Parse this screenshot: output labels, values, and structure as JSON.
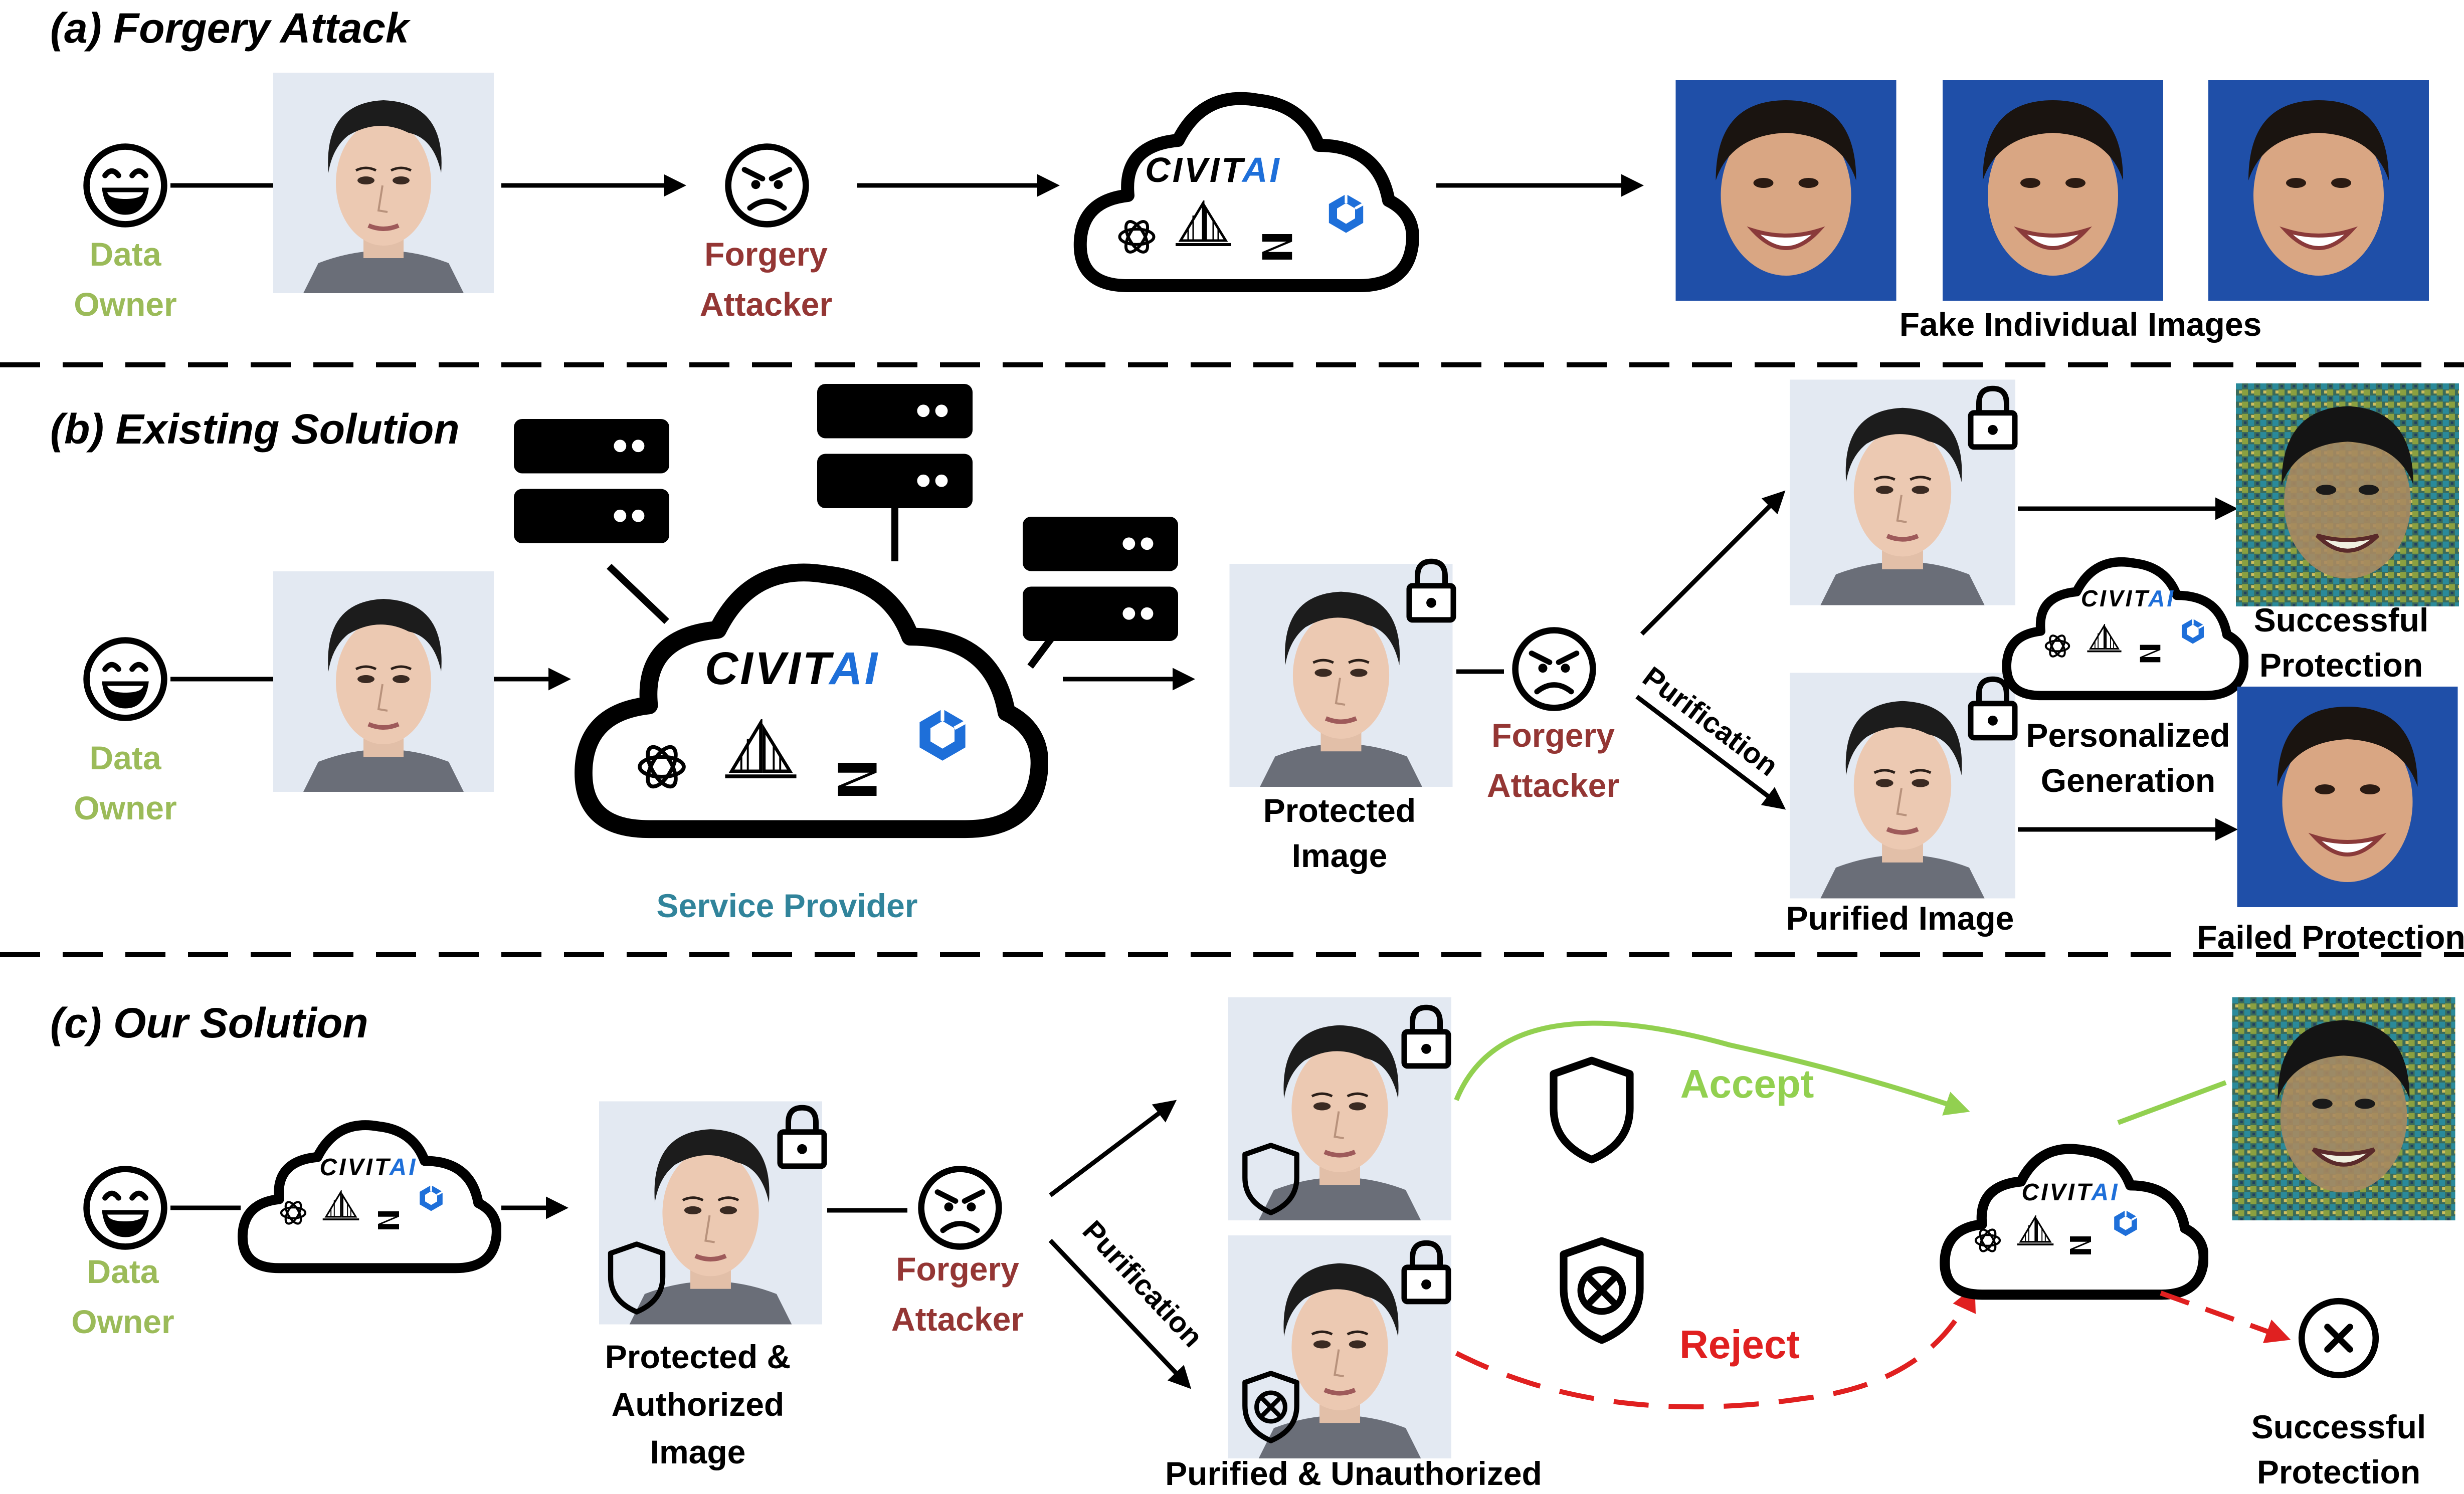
{
  "sections": {
    "a_title": "(a) Forgery Attack",
    "b_title": "(b) Existing Solution",
    "c_title": "(c) Our Solution"
  },
  "labels": {
    "data": "Data",
    "owner": "Owner",
    "forgery": "Forgery",
    "attacker": "Attacker",
    "fake_individual_images": "Fake Individual Images",
    "service_provider": "Service Provider",
    "protected": "Protected",
    "image": "Image",
    "purification": "Purification",
    "purified_image": "Purified Image",
    "personalized": "Personalized",
    "generation": "Generation",
    "successful": "Successful",
    "protection": "Protection",
    "failed_protection": "Failed Protection",
    "protected_and": "Protected &",
    "authorized": "Authorized",
    "purified_unauthorized": "Purified & Unauthorized",
    "accept": "Accept",
    "reject": "Reject"
  },
  "logo": {
    "civit": "CIVIT",
    "ai": "AI"
  },
  "colors": {
    "owner": "#9bbb59",
    "attacker": "#943634",
    "service_provider": "#31849b",
    "accept": "#92d050",
    "reject": "#e02020",
    "logo_ai": "#1e6fd9"
  }
}
